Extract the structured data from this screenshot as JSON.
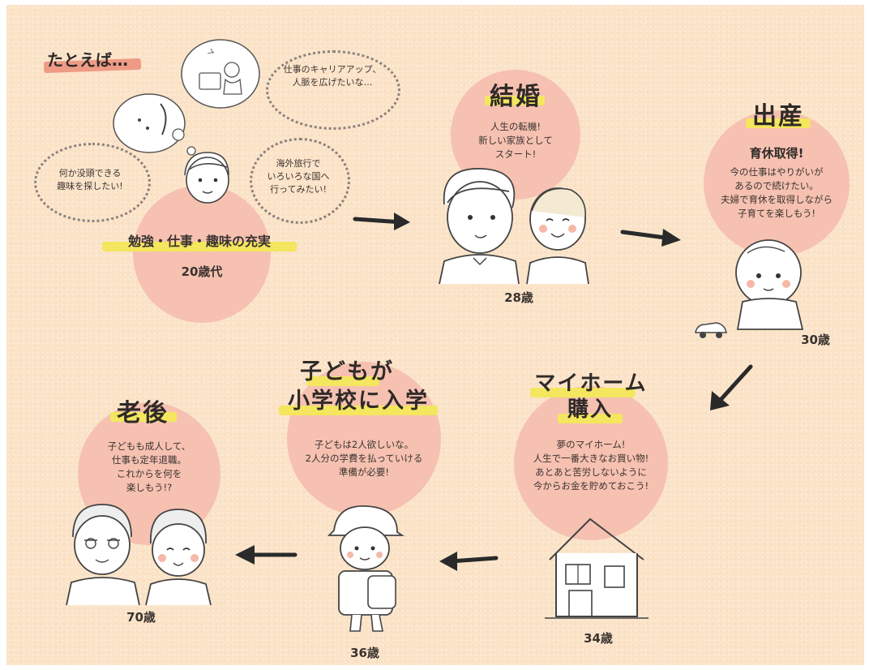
{
  "intro_label": "たとえば…",
  "thoughts": {
    "career": [
      "仕事のキャリアアップ、",
      "人脈を広げたいな…"
    ],
    "travel": [
      "海外旅行で",
      "いろいろな国へ",
      "行ってみたい!"
    ],
    "hobby": [
      "何か没頭できる",
      "趣味を探したい!"
    ]
  },
  "stages": {
    "twenties": {
      "title": "勉強・仕事・趣味の充実",
      "age": "20歳代"
    },
    "marriage": {
      "title": "結婚",
      "lines": [
        "人生の転機!",
        "新しい家族として",
        "スタート!"
      ],
      "age": "28歳"
    },
    "birth": {
      "title": "出産",
      "subtitle": "育休取得!",
      "lines": [
        "今の仕事はやりがいが",
        "あるので続けたい。",
        "夫婦で育休を取得しながら",
        "子育てを楽しもう!"
      ],
      "age": "30歳"
    },
    "home": {
      "title_line1": "マイホーム",
      "title_line2": "購入",
      "lines": [
        "夢のマイホーム!",
        "人生で一番大きなお買い物!",
        "あとあと苦労しないように",
        "今からお金を貯めておこう!"
      ],
      "age": "34歳"
    },
    "school": {
      "title_line1": "子どもが",
      "title_line2": "小学校に入学",
      "lines": [
        "子どもは2人欲しいな。",
        "2人分の学費を払っていける",
        "準備が必要!"
      ],
      "age": "36歳"
    },
    "retire": {
      "title": "老後",
      "lines": [
        "子どもも成人して、",
        "仕事も定年退職。",
        "これからを何を",
        "楽しもう!?"
      ],
      "age": "70歳"
    }
  },
  "colors": {
    "background": "#fbe3c8",
    "circle": "#f6c1b1",
    "highlight": "#f4e65e",
    "intro_highlight": "#ee9b86"
  }
}
